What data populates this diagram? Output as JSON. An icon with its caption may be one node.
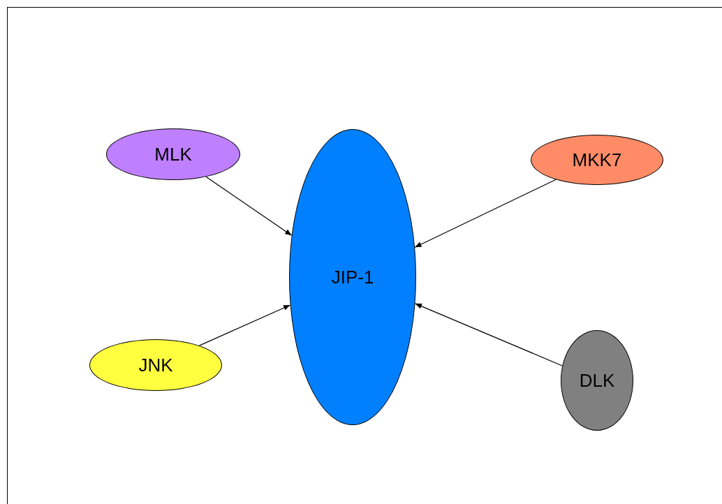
{
  "diagram": {
    "nodes": [
      {
        "text": [
          "MLK"
        ]
      },
      {
        "text": [
          "MKK7"
        ]
      },
      {
        "text": [
          "JIP-1"
        ]
      },
      {
        "text": [
          "JNK"
        ]
      },
      {
        "text": [
          "DLK"
        ]
      }
    ],
    "edges": [
      {
        "from": 0,
        "to": 2,
        "arrow": "to"
      },
      {
        "from": 1,
        "to": 2,
        "arrow": "to"
      },
      {
        "from": 3,
        "to": 2,
        "arrow": "to"
      },
      {
        "from": 4,
        "to": 2,
        "arrow": "to"
      }
    ]
  }
}
